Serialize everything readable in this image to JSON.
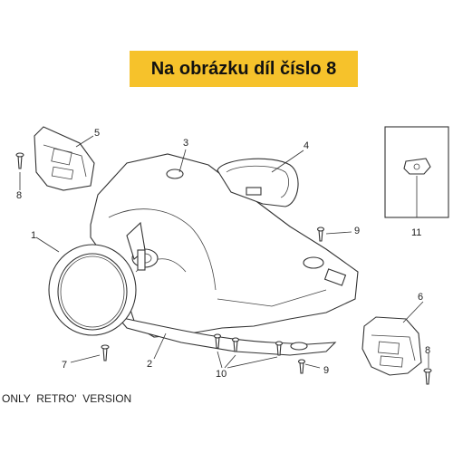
{
  "banner": {
    "title": "Na obrázku díl číslo 8",
    "color": "#f6c22b"
  },
  "callouts": {
    "c1": "1",
    "c2": "2",
    "c3": "3",
    "c4": "4",
    "c5": "5",
    "c6": "6",
    "c7": "7",
    "c8a": "8",
    "c8b": "8",
    "c9a": "9",
    "c9b": "9",
    "c10": "10",
    "c11": "11"
  },
  "footer": {
    "note": "ONLY  RETRO'  VERSION"
  }
}
